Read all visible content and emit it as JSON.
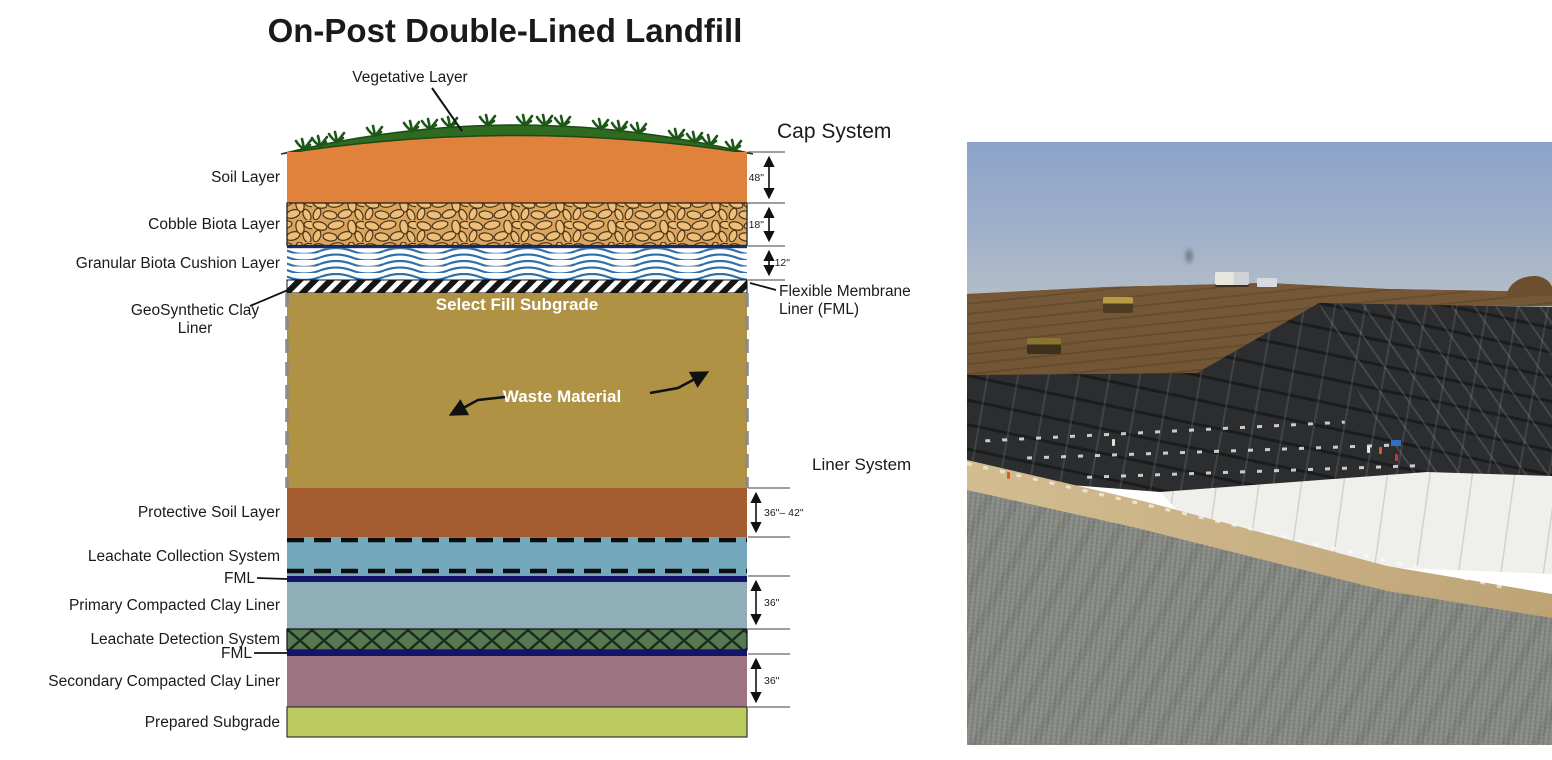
{
  "title": "On-Post Double-Lined Landfill",
  "diagram": {
    "vegetative_layer": "Vegetative Layer",
    "cap_system": "Cap System",
    "liner_system": "Liner System",
    "select_fill": "Select Fill Subgrade",
    "waste_material": "Waste Material",
    "geosynthetic_line1": "GeoSynthetic Clay",
    "geosynthetic_line2": "Liner",
    "fml_full_line1": "Flexible Membrane",
    "fml_full_line2": "Liner (FML)",
    "layers": {
      "soil": {
        "label": "Soil Layer",
        "thickness": "48\"",
        "color": "#E0813C"
      },
      "cobble": {
        "label": "Cobble Biota Layer",
        "thickness": "18\"",
        "color": "#D9A55F"
      },
      "granular": {
        "label": "Granular Biota Cushion Layer",
        "thickness": "12\"",
        "color": "#2F6FA8"
      },
      "waste": {
        "color": "#B09245"
      },
      "cap_green": {
        "color": "#2E6B21"
      },
      "protective": {
        "label": "Protective Soil Layer",
        "thickness": "36\"– 42\"",
        "color": "#A45C30"
      },
      "collection": {
        "label": "Leachate Collection System",
        "color": "#74A8BC"
      },
      "fml_upper": {
        "label": "FML",
        "color": "#14146B"
      },
      "primary": {
        "label": "Primary Compacted Clay Liner",
        "thickness": "36\"",
        "color": "#90AEB8"
      },
      "detection": {
        "label": "Leachate Detection System",
        "color": "#56784F"
      },
      "fml_lower": {
        "label": "FML",
        "color": "#14146B"
      },
      "secondary": {
        "label": "Secondary Compacted Clay Liner",
        "thickness": "36\"",
        "color": "#9C7380"
      },
      "subgrade": {
        "label": "Prepared Subgrade",
        "color": "#BCCB5F"
      }
    }
  }
}
